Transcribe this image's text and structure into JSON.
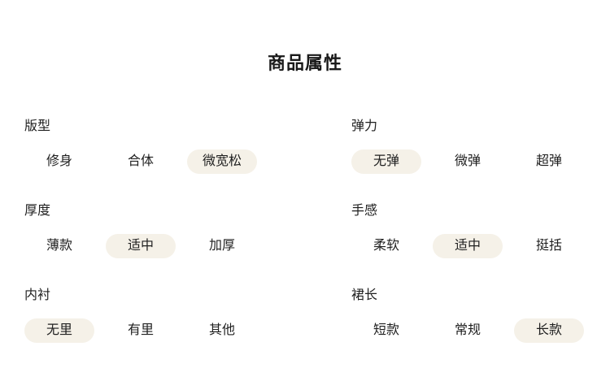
{
  "title": "商品属性",
  "colors": {
    "background": "#ffffff",
    "text": "#1f1f1f",
    "highlight_pill": "#f5f1e8"
  },
  "groups": [
    {
      "id": "fit",
      "label": "版型",
      "options": [
        {
          "text": "修身",
          "selected": false
        },
        {
          "text": "合体",
          "selected": false
        },
        {
          "text": "微宽松",
          "selected": true
        }
      ]
    },
    {
      "id": "elasticity",
      "label": "弹力",
      "options": [
        {
          "text": "无弹",
          "selected": true
        },
        {
          "text": "微弹",
          "selected": false
        },
        {
          "text": "超弹",
          "selected": false
        }
      ]
    },
    {
      "id": "thickness",
      "label": "厚度",
      "options": [
        {
          "text": "薄款",
          "selected": false
        },
        {
          "text": "适中",
          "selected": true
        },
        {
          "text": "加厚",
          "selected": false
        }
      ]
    },
    {
      "id": "feel",
      "label": "手感",
      "options": [
        {
          "text": "柔软",
          "selected": false
        },
        {
          "text": "适中",
          "selected": true
        },
        {
          "text": "挺括",
          "selected": false
        }
      ]
    },
    {
      "id": "lining",
      "label": "内衬",
      "options": [
        {
          "text": "无里",
          "selected": true
        },
        {
          "text": "有里",
          "selected": false
        },
        {
          "text": "其他",
          "selected": false
        }
      ]
    },
    {
      "id": "skirt-length",
      "label": "裙长",
      "options": [
        {
          "text": "短款",
          "selected": false
        },
        {
          "text": "常规",
          "selected": false
        },
        {
          "text": "长款",
          "selected": true
        }
      ]
    }
  ]
}
